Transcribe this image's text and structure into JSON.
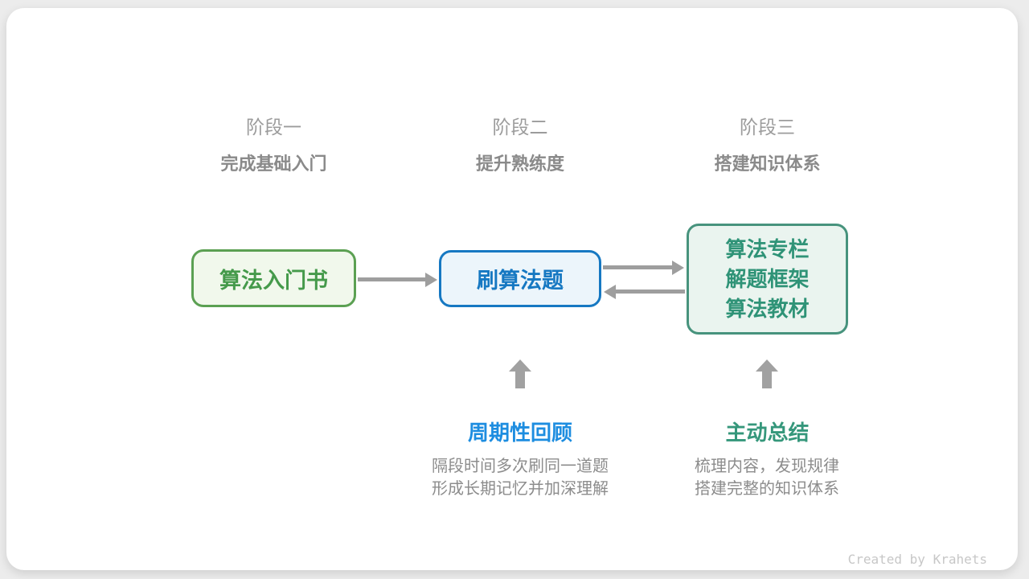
{
  "page": {
    "credit": "Created by Krahets"
  },
  "accents": {
    "green": "#5ba052",
    "blue": "#1678c2",
    "teal": "#47937d",
    "note_blue": "#1d8de0",
    "note_teal": "#35977b",
    "arrow_gray": "#9e9e9e"
  },
  "stages": [
    {
      "label": "阶段一",
      "subtitle": "完成基础入门",
      "box_lines": [
        "算法入门书"
      ]
    },
    {
      "label": "阶段二",
      "subtitle": "提升熟练度",
      "box_lines": [
        "刷算法题"
      ],
      "note_title": "周期性回顾",
      "note_lines": [
        "隔段时间多次刷同一道题",
        "形成长期记忆并加深理解"
      ]
    },
    {
      "label": "阶段三",
      "subtitle": "搭建知识体系",
      "box_lines": [
        "算法专栏",
        "解题框架",
        "算法教材"
      ],
      "note_title": "主动总结",
      "note_lines": [
        "梳理内容，发现规律",
        "搭建完整的知识体系"
      ]
    }
  ]
}
